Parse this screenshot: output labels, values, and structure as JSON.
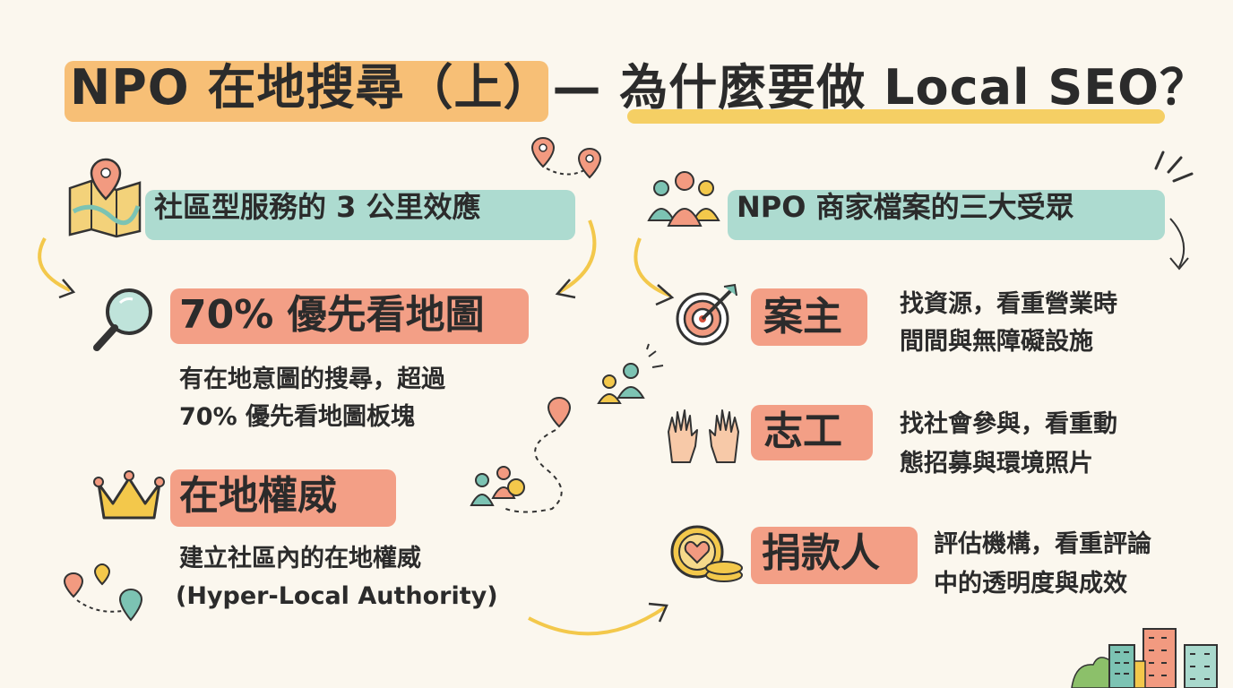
{
  "title": "NPO 在地搜尋（上）— 為什麼要做 Local SEO？",
  "left": {
    "heading": "社區型服務的 3 公里效應",
    "point1": {
      "title": "70% 優先看地圖",
      "lines": [
        "有在地意圖的搜尋，超過",
        "70% 優先看地圖板塊"
      ]
    },
    "point2": {
      "title": "在地權威",
      "lines": [
        "建立社區內的在地權威",
        "(Hyper-Local Authority)"
      ]
    }
  },
  "right": {
    "heading": "NPO 商家檔案的三大受眾",
    "audiences": [
      {
        "label": "案主",
        "lines": [
          "找資源，看重營業時",
          "間間與無障礙設施"
        ]
      },
      {
        "label": "志工",
        "lines": [
          "找社會參與，看重動",
          "態招募與環境照片"
        ]
      },
      {
        "label": "捐款人",
        "lines": [
          "評估機構，看重評論",
          "中的透明度與成效"
        ]
      }
    ]
  },
  "colors": {
    "teal": "#a9d9cd",
    "coral": "#f29a80",
    "orange": "#f6b560",
    "yellow": "#f3c84b",
    "background": "#fbf7ee"
  },
  "icons": [
    "map-pin-icon",
    "folded-map-icon",
    "magnifier-icon",
    "crown-icon",
    "people-group-icon",
    "target-icon",
    "raised-hands-icon",
    "heart-coin-icon",
    "city-buildings-icon"
  ]
}
